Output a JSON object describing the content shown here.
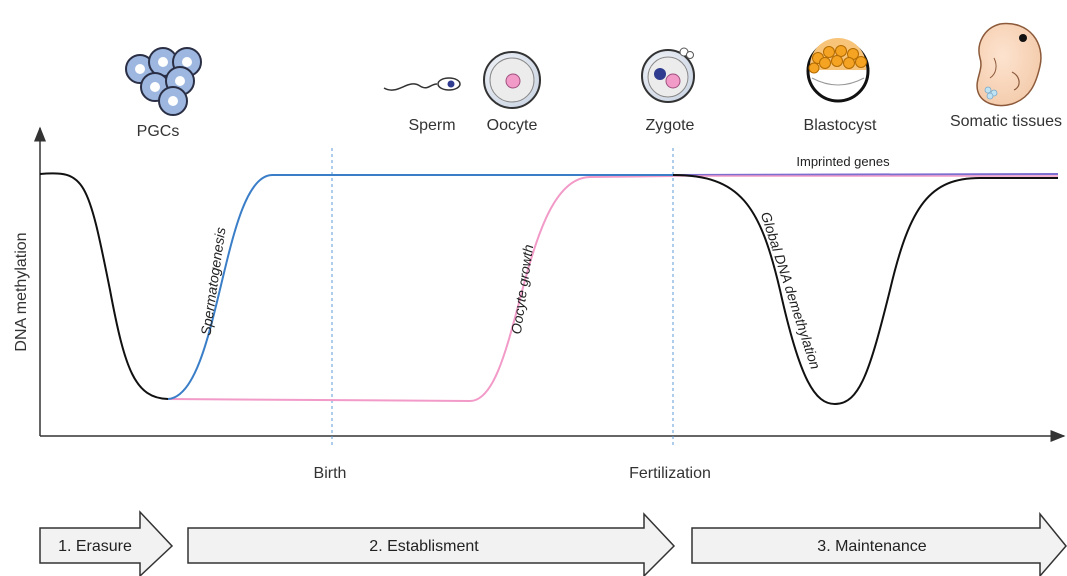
{
  "figure": {
    "y_axis_label": "DNA methylation",
    "events": {
      "birth": "Birth",
      "fertilization": "Fertilization"
    },
    "stages": {
      "pgcs": "PGCs",
      "sperm": "Sperm",
      "oocyte": "Oocyte",
      "zygote": "Zygote",
      "blastocyst": "Blastocyst",
      "somatic": "Somatic tissues"
    },
    "curve_labels": {
      "spermatogenesis": "Spermatogenesis",
      "oocyte_growth": "Oocyte growth",
      "global_demethylation": "Global DNA demethylation",
      "imprinted_genes": "Imprinted genes"
    },
    "phases": [
      "1. Erasure",
      "2. Establisment",
      "3. Maintenance"
    ],
    "colors": {
      "male": "#3a7ec8",
      "female": "#f29ac8",
      "common": "#111111",
      "imprinted": "#7b6fd0",
      "divider": "#5b9bd5",
      "cell_blue": "#9db7e0",
      "blastocyst_cells": "#f4a322"
    }
  }
}
